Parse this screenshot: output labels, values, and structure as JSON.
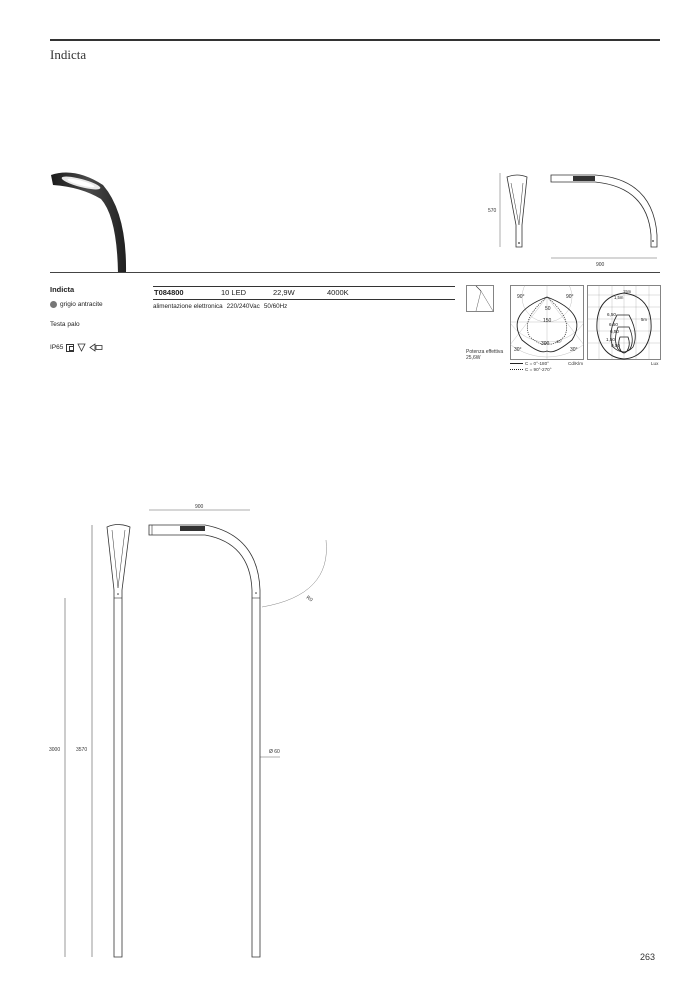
{
  "header": {
    "title": "Indicta"
  },
  "product": {
    "name": "Indicta",
    "color": {
      "label": "grigio antracite",
      "swatch": "#777777"
    },
    "mounting": "Testa palo",
    "ip_rating": "IP65"
  },
  "spec": {
    "code": "T084800",
    "led": "10 LED",
    "power": "22,9W",
    "temp": "4000K",
    "ballast": "alimentazione elettronica",
    "voltage": "220/240Vac",
    "frequency": "50/60Hz"
  },
  "photometry": {
    "power_label": "Potenza effettiva",
    "power_value": "25,6W",
    "legend_c0": "C = 0°-180°",
    "legend_c90": "C = 90°-270°",
    "unit_cd": "Cd/Klm",
    "unit_lux": "Lux",
    "polar_labels": [
      "90°",
      "90°",
      "150",
      "50",
      "300",
      "40°",
      "30°",
      "30°"
    ],
    "iso_labels": [
      "15m",
      "5m",
      "1,5m",
      "6,50",
      "6,50",
      "6,50",
      "1,50",
      "0,50"
    ]
  },
  "dimensions": {
    "small_height": "570",
    "small_width": "900",
    "large_width": "900",
    "height_3000": "3000",
    "height_3570": "3570",
    "diameter": "Ø 60",
    "radius": "R0"
  },
  "page": {
    "number": "263"
  }
}
